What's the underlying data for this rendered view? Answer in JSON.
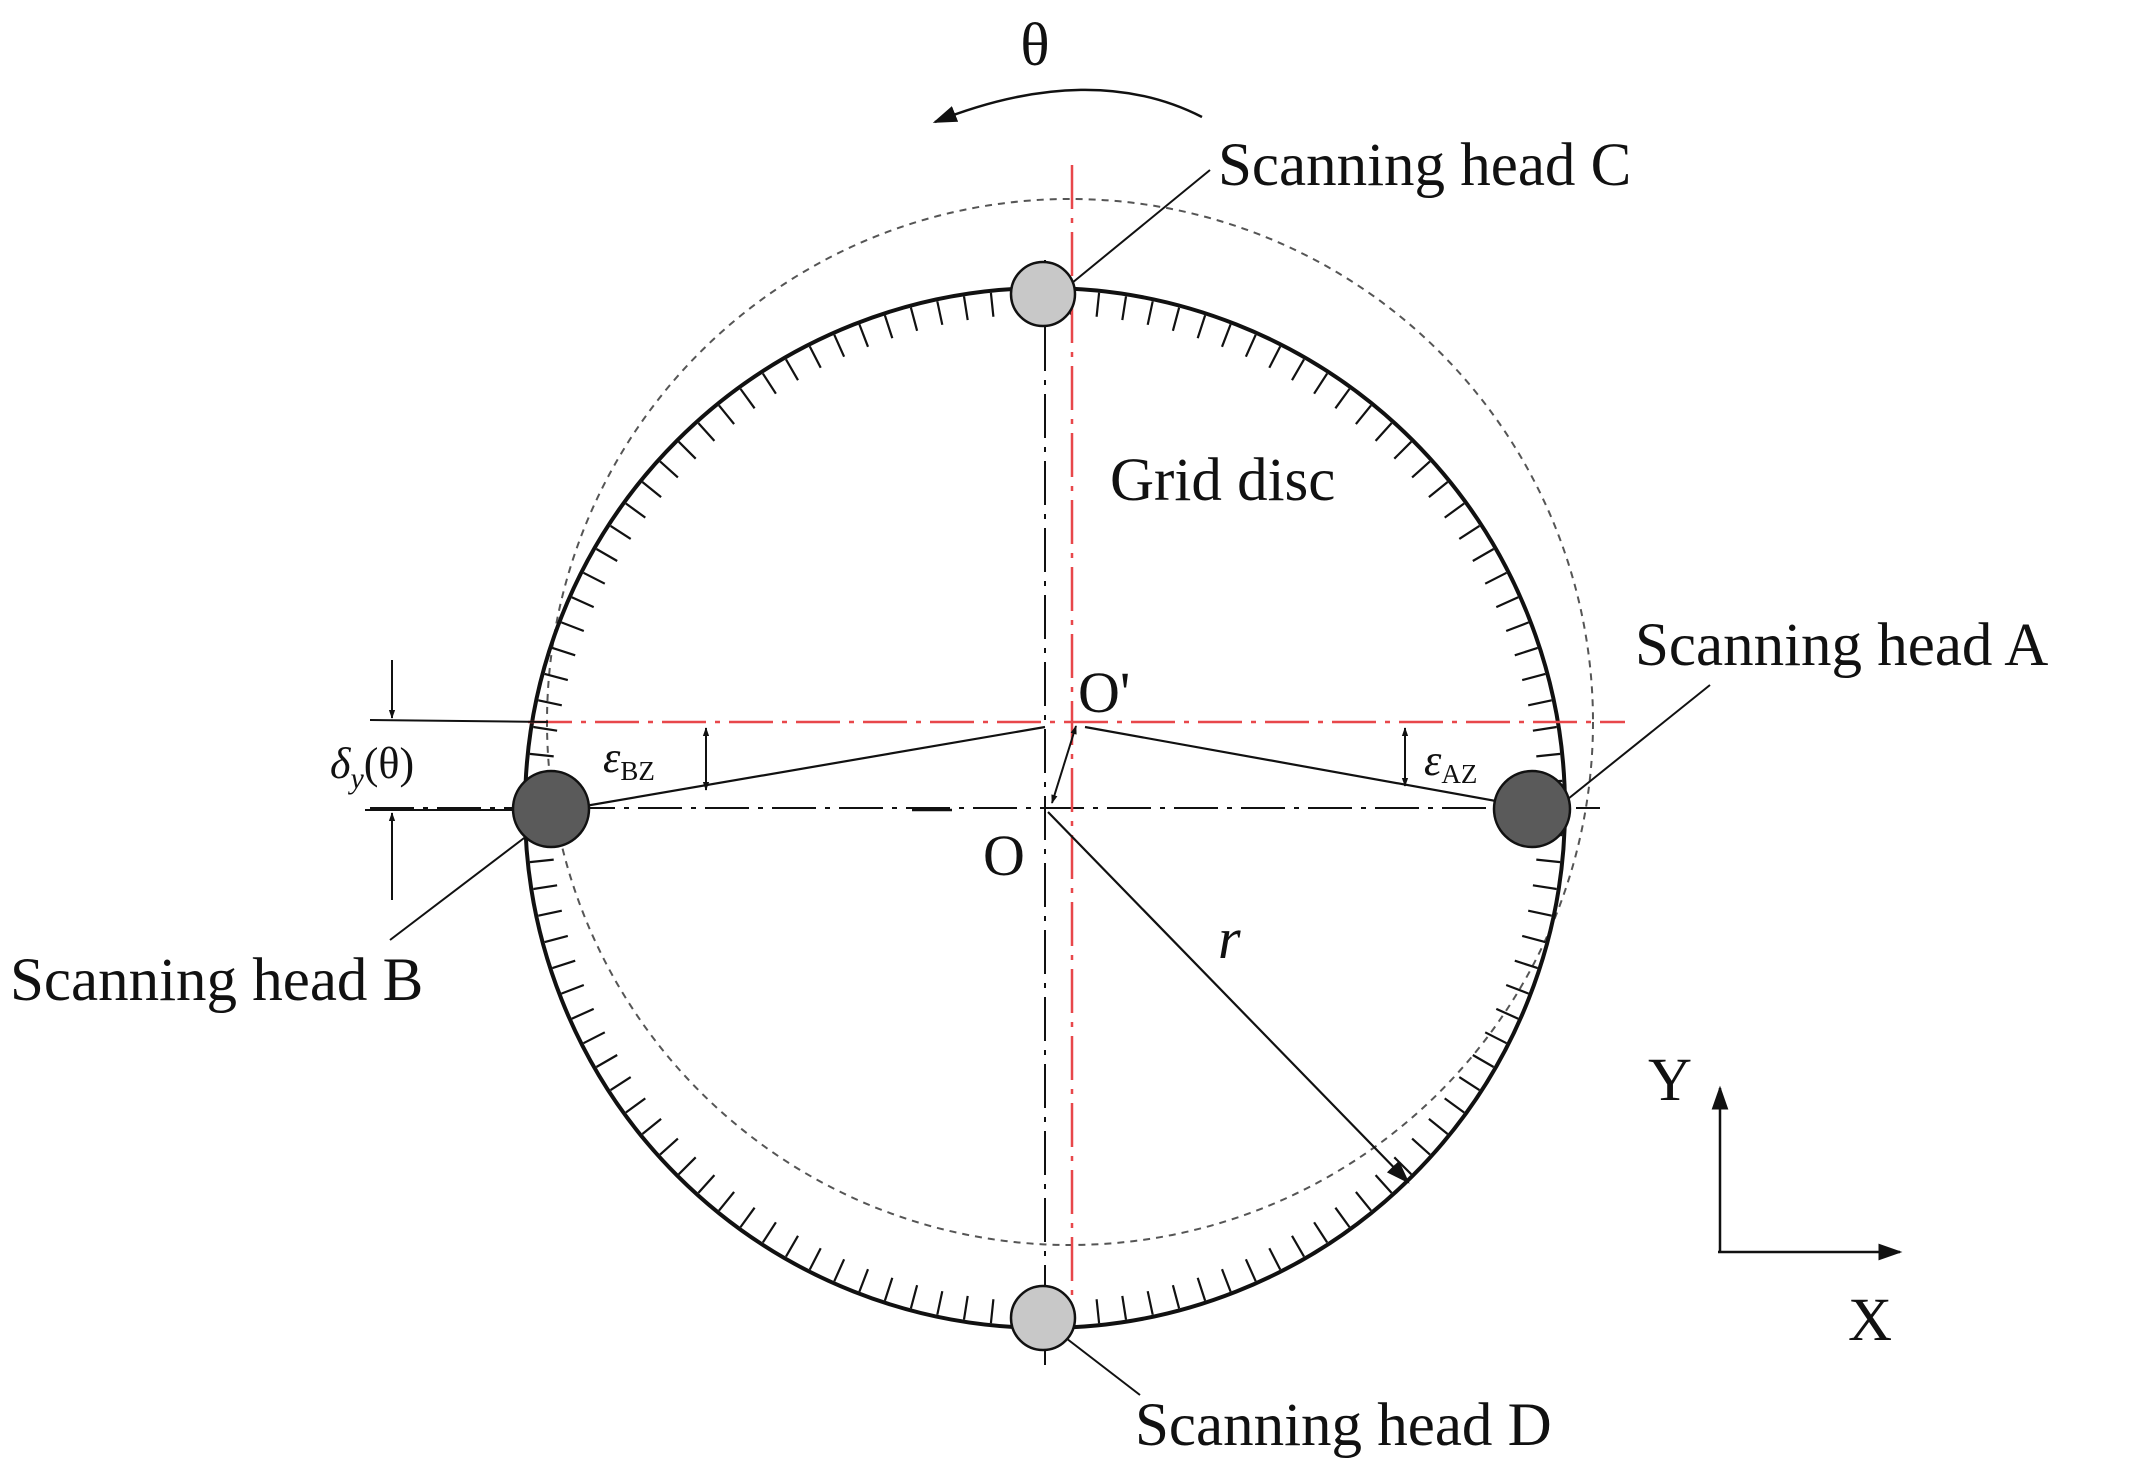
{
  "labels": {
    "theta": "θ",
    "head_c": "Scanning head C",
    "head_a": "Scanning head A",
    "head_b": "Scanning head B",
    "head_d": "Scanning head D",
    "grid_disc": "Grid disc",
    "o_prime": "O'",
    "o": "O",
    "r": "r",
    "epsilon_bz": "ε",
    "epsilon_bz_sub": "BZ",
    "epsilon_az": "ε",
    "epsilon_az_sub": "AZ",
    "delta": "δ",
    "delta_sub": "y",
    "delta_arg": "(θ)",
    "axis_y": "Y",
    "axis_x": "X"
  },
  "colors": {
    "line": "#111111",
    "offset_axes": "#e8474a",
    "head_light": "#c8c8c8",
    "head_dark": "#5a5a5a",
    "dashed_circle": "#555555"
  },
  "grid": {
    "tick_count": 120
  }
}
